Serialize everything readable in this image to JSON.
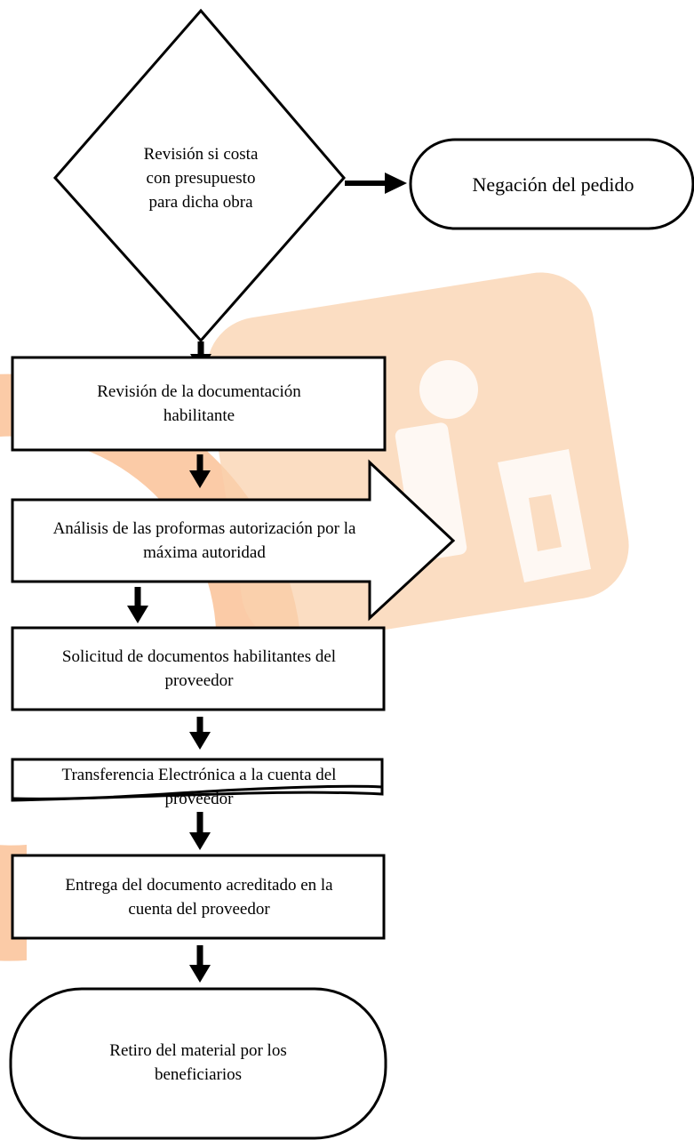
{
  "colors": {
    "watermark_orange": "#f9b98a",
    "watermark_orange_light": "#fad1ae",
    "stroke": "#000000",
    "fill": "#ffffff"
  },
  "nodes": {
    "decision": {
      "text": "Revisión si costa con presupuesto para dicha obra"
    },
    "reject": {
      "text": "Negación del pedido"
    },
    "step1": {
      "text": "Revisión de la documentación habilitante"
    },
    "step2": {
      "text": "Análisis de las proformas autorización por la máxima autoridad"
    },
    "step3": {
      "text": "Solicitud de documentos habilitantes del proveedor"
    },
    "step4": {
      "text": "Transferencia Electrónica a la cuenta del proveedor"
    },
    "step5": {
      "text": "Entrega del documento acreditado en la cuenta del proveedor"
    },
    "end": {
      "text": "Retiro del material por los beneficiarios"
    }
  }
}
